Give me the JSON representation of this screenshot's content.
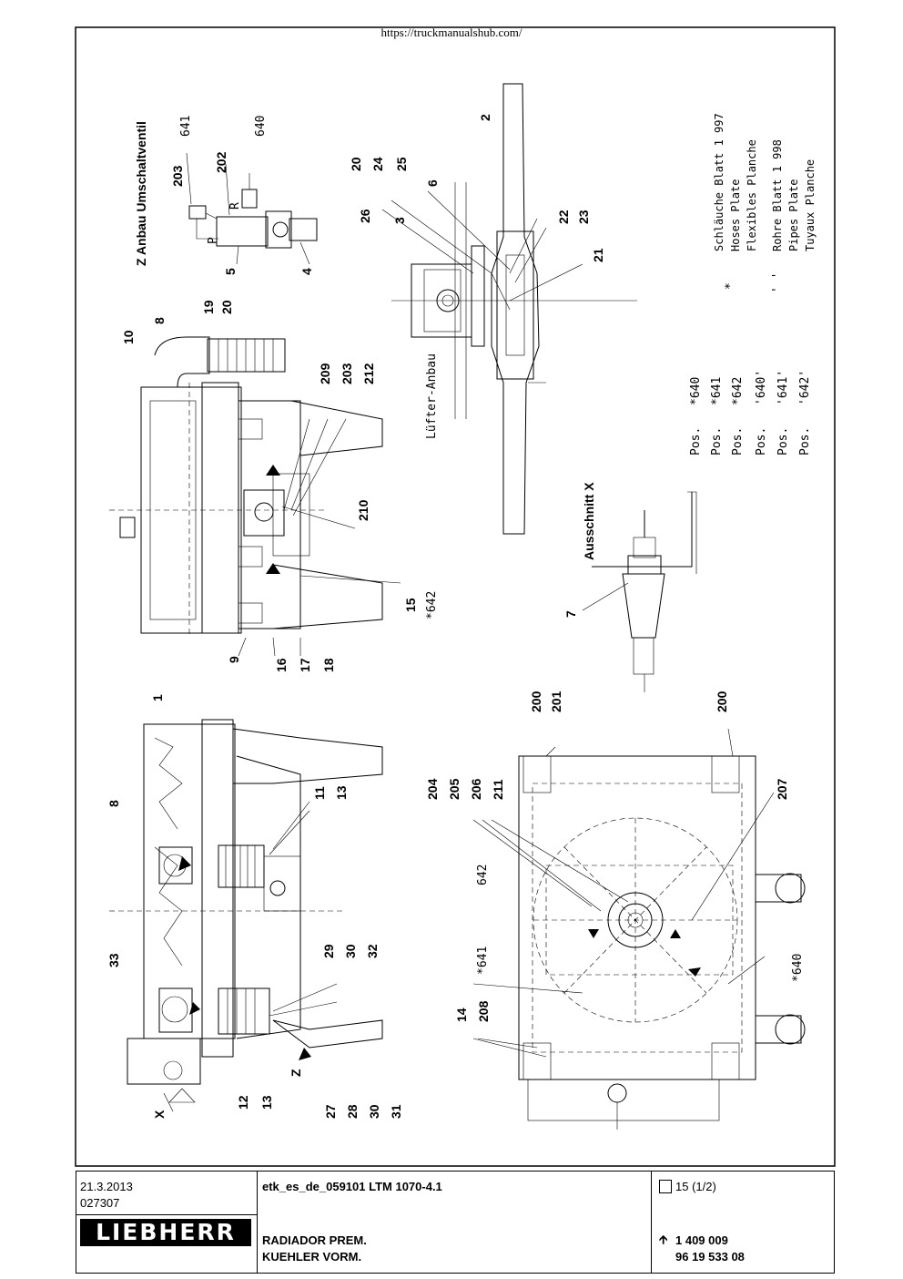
{
  "header": {
    "url": "https://truckmanualshub.com/"
  },
  "drawing": {
    "views": {
      "valve_title": "Z  Anbau  Umschaltventil",
      "fan_title": "Lüfter-Anbau",
      "section_title": "Ausschnitt  X"
    },
    "callouts": {
      "v_641": "641",
      "v_640": "640",
      "v_203": "203",
      "v_202": "202",
      "v_5": "5",
      "v_4": "4",
      "f_20": "20",
      "f_24": "24",
      "f_25": "25",
      "f_6": "6",
      "f_26": "26",
      "f_3": "3",
      "f_2": "2",
      "f_22": "22",
      "f_23": "23",
      "f_21": "21",
      "s_10": "10",
      "s_8": "8",
      "s_19": "19",
      "s_20": "20",
      "s_209": "209",
      "s_203": "203",
      "s_212": "212",
      "s_210": "210",
      "s_15": "15",
      "s_642": "*642",
      "s_9": "9",
      "s_16": "16",
      "s_17": "17",
      "s_18": "18",
      "x_7": "7",
      "l_1": "1",
      "l_8": "8",
      "l_11": "11",
      "l_13a": "13",
      "l_33": "33",
      "l_29": "29",
      "l_30a": "30",
      "l_32": "32",
      "l_X": "X",
      "l_12": "12",
      "l_13b": "13",
      "l_Z": "Z",
      "l_27": "27",
      "l_28": "28",
      "l_30b": "30",
      "l_31": "31",
      "b_200a": "200",
      "b_201": "201",
      "b_200b": "200",
      "b_204": "204",
      "b_205": "205",
      "b_206": "206",
      "b_211": "211",
      "b_207": "207",
      "b_642": "642",
      "b_641": "*641",
      "b_640": "*640",
      "b_14": "14",
      "b_208": "208",
      "port_P": "P",
      "port_R": "R"
    },
    "legend": [
      {
        "pos": "Pos.",
        "code": "*640"
      },
      {
        "pos": "Pos.",
        "code": "*641"
      },
      {
        "pos": "Pos.",
        "code": "*642"
      },
      {
        "pos": "Pos.",
        "code": "'640'"
      },
      {
        "pos": "Pos.",
        "code": "'641'"
      },
      {
        "pos": "Pos.",
        "code": "'642'"
      }
    ],
    "notes": {
      "star": "*",
      "quote": "' '",
      "note1_l1": "Schläuche  Blatt   1 997",
      "note1_l2": "Hoses    Plate",
      "note1_l3": "Flexibles Planche",
      "note2_l1": "Rohre    Blatt   1 998",
      "note2_l2": "Pipes    Plate",
      "note2_l3": "Tuyaux   Planche"
    }
  },
  "title_block": {
    "date": "21.3.2013",
    "number": "027307",
    "brand": "LIEBHERR",
    "catalog": "etk_es_de_059101 LTM 1070-4.1",
    "title_es": "RADIADOR PREM.",
    "title_de": "KUEHLER VORM.",
    "page": "15 (1/2)",
    "part_no": "1 409 009",
    "ref_no": "96 19 533 08",
    "arrow": "🡩"
  }
}
